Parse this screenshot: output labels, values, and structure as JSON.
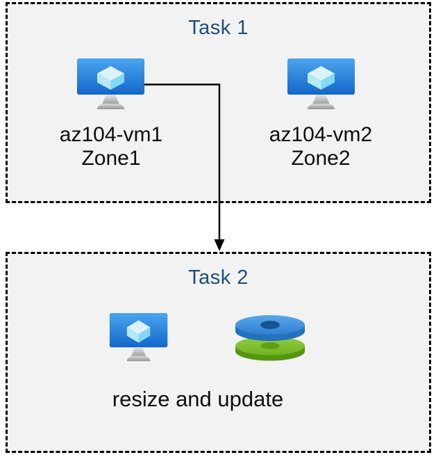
{
  "diagram": {
    "task1": {
      "title": "Task 1",
      "vms": [
        {
          "name": "az104-vm1",
          "zone": "Zone1",
          "icon": "virtual-machine-icon"
        },
        {
          "name": "az104-vm2",
          "zone": "Zone2",
          "icon": "virtual-machine-icon"
        }
      ]
    },
    "task2": {
      "title": "Task 2",
      "caption": "resize and update",
      "icons": [
        "virtual-machine-icon",
        "stacked-disks-icon"
      ]
    },
    "connector": {
      "type": "elbow-arrow",
      "from": "az104-vm1",
      "to": "Task 2"
    },
    "colors": {
      "page_bg": "#ffffff",
      "box_fill": "#f2f2f2",
      "box_border": "#000000",
      "title_text": "#1f4e79",
      "label_text": "#0d0d0d",
      "arrow": "#000000",
      "vm_screen_top": "#44a0ec",
      "vm_screen_bottom": "#1366c9",
      "disk_blue": "#3f90e0",
      "disk_blue_hole": "#15568f",
      "disk_green": "#7cbe2b",
      "disk_green_hole": "#5d9f15"
    }
  }
}
